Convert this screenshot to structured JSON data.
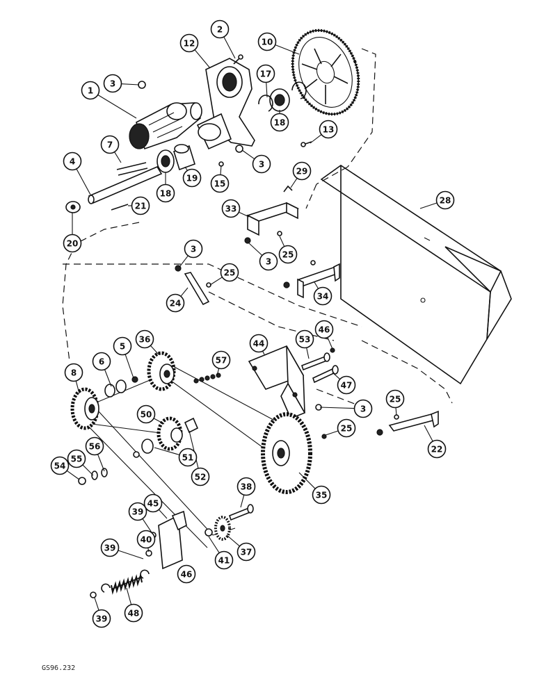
{
  "figure_id": "GS96.232",
  "callouts": [
    "1",
    "2",
    "3",
    "4",
    "5",
    "6",
    "7",
    "8",
    "10",
    "12",
    "13",
    "15",
    "17",
    "18",
    "19",
    "20",
    "21",
    "22",
    "24",
    "25",
    "28",
    "29",
    "33",
    "34",
    "35",
    "36",
    "37",
    "38",
    "39",
    "40",
    "41",
    "44",
    "45",
    "46",
    "47",
    "48",
    "50",
    "51",
    "52",
    "53",
    "54",
    "55",
    "56",
    "57"
  ],
  "colors": {
    "ink": "#111111",
    "paper": "#ffffff"
  }
}
